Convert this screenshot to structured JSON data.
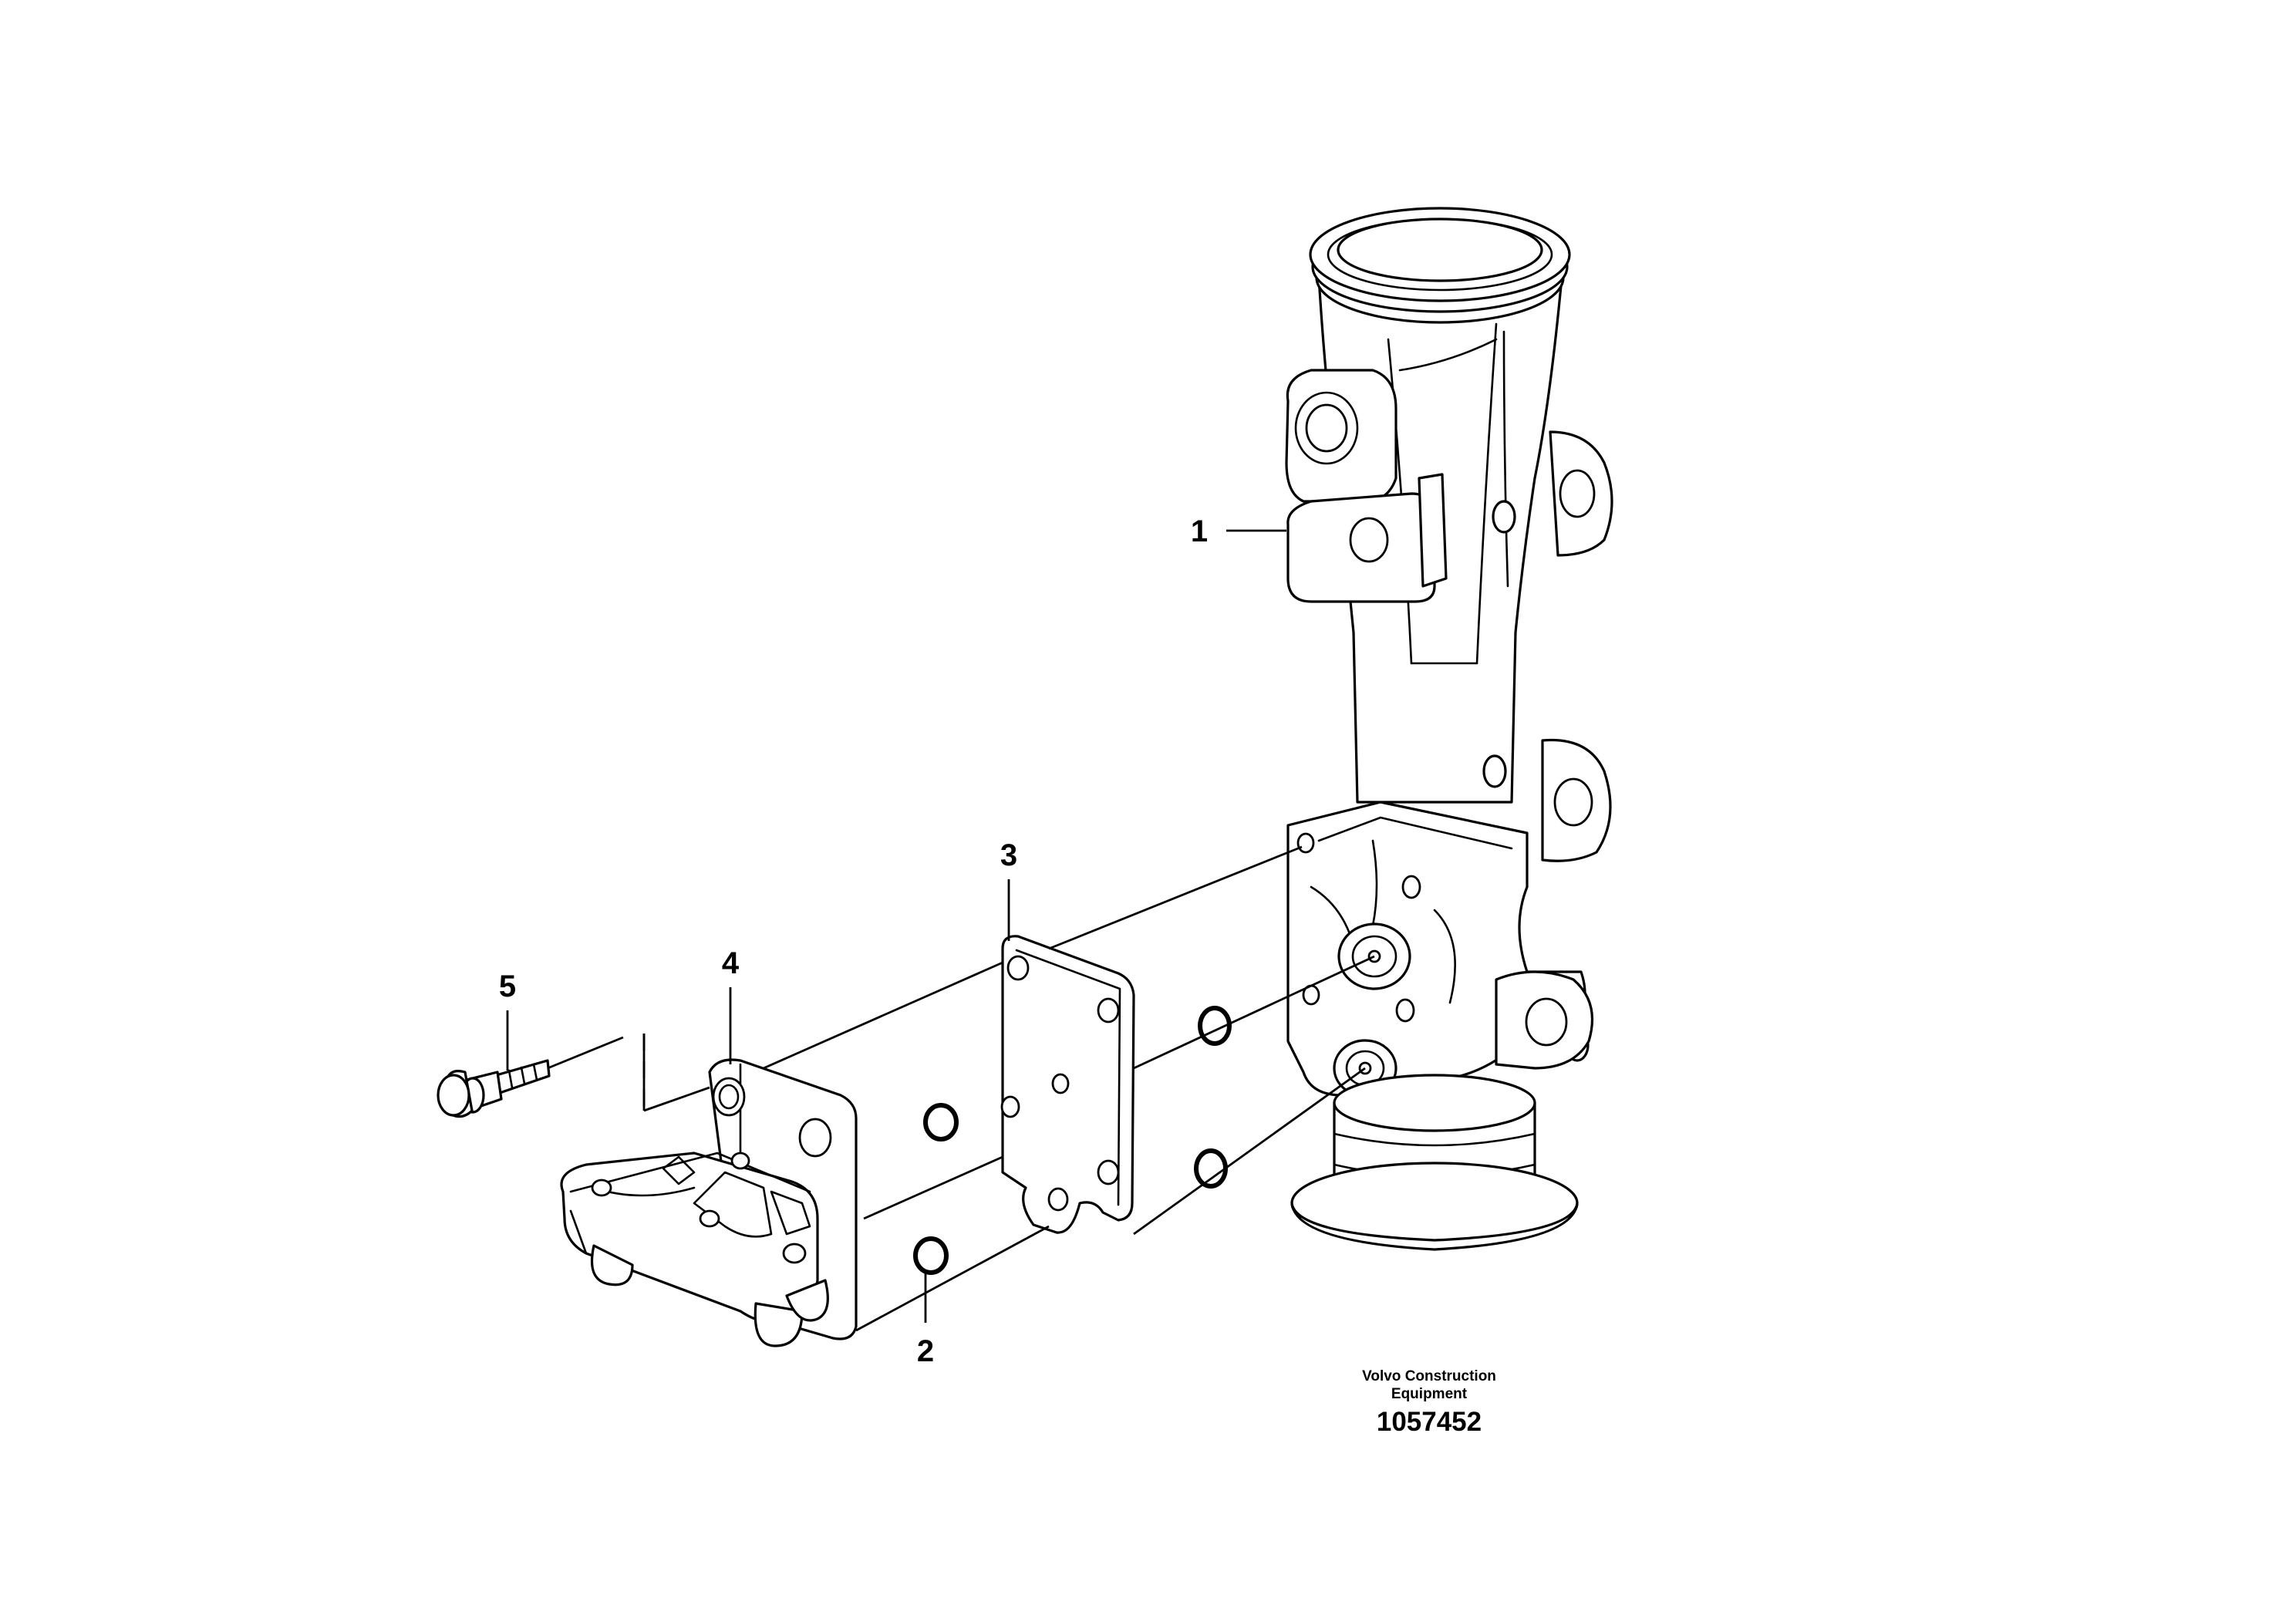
{
  "callouts": {
    "c1": "1",
    "c2": "2",
    "c3": "3",
    "c4": "4",
    "c5": "5"
  },
  "footer": {
    "company_line1": "Volvo Construction",
    "company_line2": "Equipment",
    "drawing_number": "1057452"
  }
}
